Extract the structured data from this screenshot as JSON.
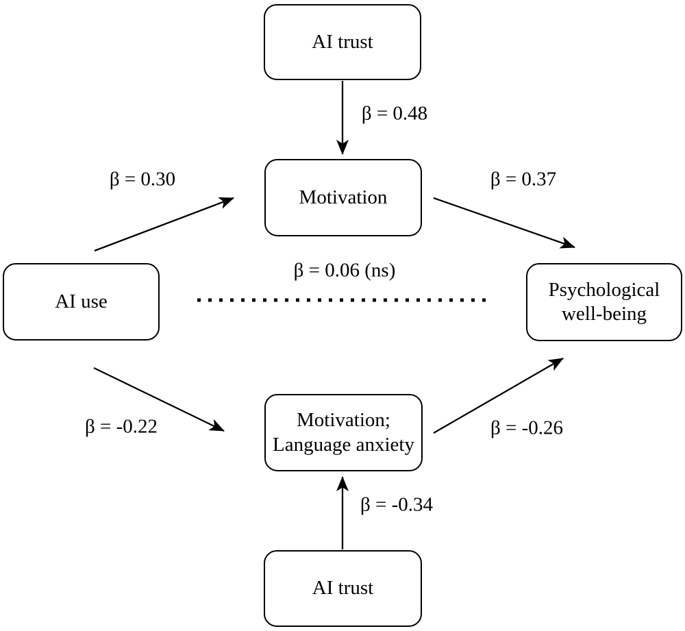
{
  "diagram": {
    "type": "mediation-path-model",
    "background_color": "#ffffff",
    "line_color": "#000000",
    "box_fill": "#ffffff",
    "box_border_color": "#000000",
    "text_color": "#000000",
    "nodes": {
      "ai_trust_top": {
        "label": "AI trust"
      },
      "motivation": {
        "label": "Motivation"
      },
      "ai_use": {
        "label": "AI use"
      },
      "psychological_well_being": {
        "label": "Psychological well-being"
      },
      "motivation_language_anxiety": {
        "label": "Motivation; Language anxiety"
      },
      "ai_trust_bottom": {
        "label": "AI trust"
      }
    },
    "edges": {
      "ai_trust_top_to_motivation": {
        "from": "AI trust",
        "to": "Motivation",
        "label": "β = 0.48",
        "style": "solid-arrow"
      },
      "ai_use_to_motivation": {
        "from": "AI use",
        "to": "Motivation",
        "label": "β = 0.30",
        "style": "solid-arrow"
      },
      "motivation_to_pwb": {
        "from": "Motivation",
        "to": "Psychological well-being",
        "label": "β = 0.37",
        "style": "solid-arrow"
      },
      "ai_use_to_pwb": {
        "from": "AI use",
        "to": "Psychological well-being",
        "label": "β = 0.06 (ns)",
        "style": "dotted-no-arrow"
      },
      "ai_use_to_mla": {
        "from": "AI use",
        "to": "Motivation; Language anxiety",
        "label": "β = -0.22",
        "style": "solid-arrow"
      },
      "mla_to_pwb": {
        "from": "Motivation; Language anxiety",
        "to": "Psychological well-being",
        "label": "β = -0.26",
        "style": "solid-arrow"
      },
      "ai_trust_bottom_to_mla": {
        "from": "AI trust",
        "to": "Motivation; Language anxiety",
        "label": "β = -0.34",
        "style": "solid-arrow"
      }
    }
  }
}
